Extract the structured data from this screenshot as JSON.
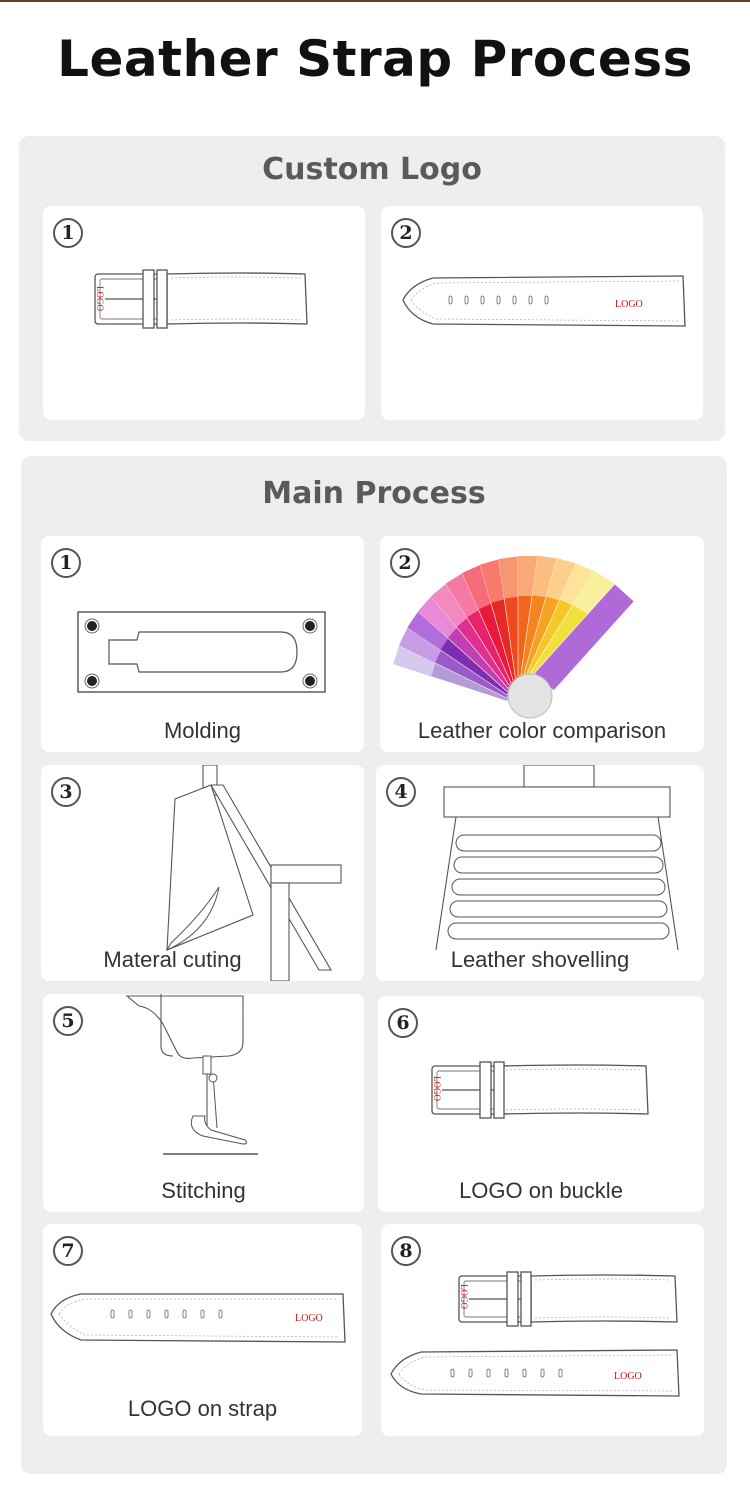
{
  "page_title": "Leather Strap Process",
  "custom_logo": {
    "title": "Custom Logo",
    "steps": [
      {
        "num": "1"
      },
      {
        "num": "2"
      }
    ]
  },
  "main_process": {
    "title": "Main Process",
    "steps": [
      {
        "num": "1",
        "caption": "Molding"
      },
      {
        "num": "2",
        "caption": "Leather color comparison"
      },
      {
        "num": "3",
        "caption": "Materal cuting"
      },
      {
        "num": "4",
        "caption": "Leather shovelling"
      },
      {
        "num": "5",
        "caption": "Stitching"
      },
      {
        "num": "6",
        "caption": "LOGO on buckle"
      },
      {
        "num": "7",
        "caption": "LOGO on strap"
      },
      {
        "num": "8",
        "caption": ""
      }
    ]
  },
  "logo_text": "LOGO",
  "colors": {
    "section_bg": "#eeeeee",
    "card_bg": "#ffffff",
    "logo_red": "#cc1111",
    "accent_brown": "#6b3f2a"
  }
}
